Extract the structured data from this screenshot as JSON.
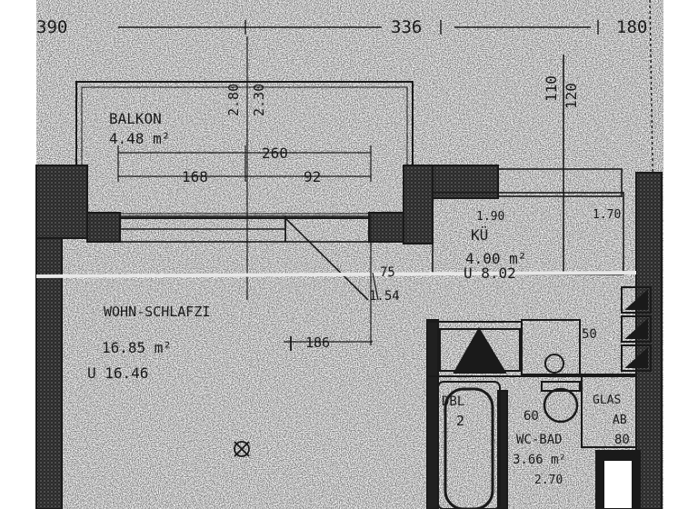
{
  "colors": {
    "paper": "#ffffff",
    "ink": "#1a1a1a",
    "wall": "#202020",
    "noise": "#2b2b2b"
  },
  "top_dims": {
    "left": "390",
    "middle": "336",
    "right": "180"
  },
  "balkon": {
    "name": "BALKON",
    "area": "4.48 m²",
    "dim_depth_a": "2.80",
    "dim_depth_b": "2.30",
    "dim_width": "260",
    "dim_left": "168",
    "dim_right": "92"
  },
  "kueche": {
    "dim_a": "110",
    "dim_b": "120",
    "dim_c": "1.90",
    "dim_d": "1.70",
    "name": "KÜ",
    "area": "4.00 m²",
    "perimeter": "U 8.02"
  },
  "wohn": {
    "name": "WOHN-SCHLAFZI",
    "area": "16.85 m²",
    "perimeter": "U 16.46",
    "dim_75": "75",
    "dim_154": "1.54",
    "dim_186": "186"
  },
  "wc_bad": {
    "name": "WC-BAD",
    "area": "3.66 m²",
    "dim_60": "60",
    "dim_50": "50",
    "dim_270": "2.70",
    "dim_80": "80"
  },
  "abstellraum": {
    "name_a": "GLAS",
    "name_b": "AB"
  },
  "dusche": {
    "name": "DBL",
    "num": "2"
  }
}
